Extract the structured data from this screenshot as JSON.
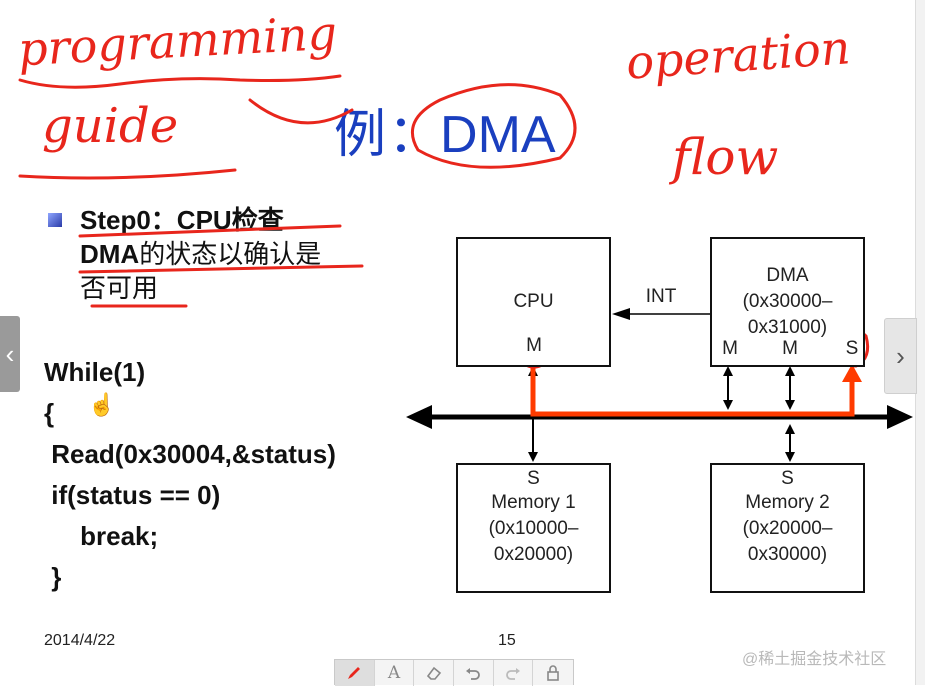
{
  "slide": {
    "title_char": "例",
    "title_colon": "：",
    "title_main": "DMA",
    "step_label": "Step0：CPU",
    "step_text1": "检查",
    "step_text2": "DMA",
    "step_text3": "的状态以确认是",
    "step_text4": "否可用",
    "code": [
      "While(1)",
      "{",
      " Read(0x30004,&status)",
      " if(status == 0)",
      "     break;",
      " }"
    ],
    "date": "2014/4/22",
    "page_number": "15"
  },
  "diagram": {
    "cpu_label": "CPU",
    "cpu_port": "M",
    "int_label": "INT",
    "dma_label": "DMA",
    "dma_range1": "(0x30000–",
    "dma_range2": "0x31000)",
    "dma_port1": "M",
    "dma_port2": "M",
    "dma_port3": "S",
    "mem1_port": "S",
    "mem1_label": "Memory 1",
    "mem1_range1": "(0x10000–",
    "mem1_range2": "0x20000)",
    "mem2_port": "S",
    "mem2_label": "Memory 2",
    "mem2_range1": "(0x20000–",
    "mem2_range2": "0x30000)"
  },
  "annotations": {
    "handwriting1": "programming",
    "handwriting2": "guide",
    "handwriting3": "operation",
    "handwriting4": "flow",
    "ink_color": "#e8261c"
  },
  "watermark": "@稀土掘金技术社区",
  "navigation": {
    "prev_glyph": "‹",
    "next_glyph": "›"
  },
  "toolbar": {
    "tools": [
      "pen-tool",
      "text-tool",
      "eraser-tool",
      "undo",
      "redo",
      "lock"
    ],
    "text_tool_glyph": "A"
  },
  "colors": {
    "title_blue": "#1a3fbf",
    "ink_red": "#e8261c",
    "dma_path_orange": "#ff3b00"
  }
}
